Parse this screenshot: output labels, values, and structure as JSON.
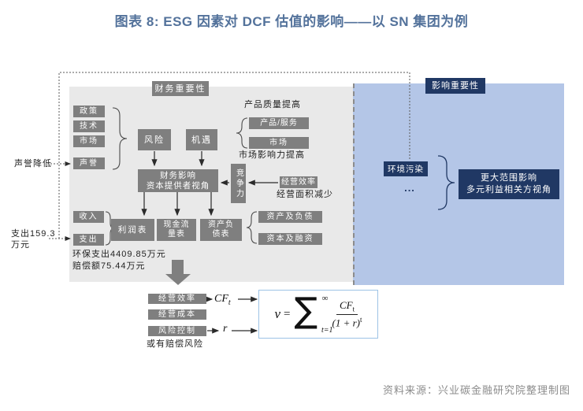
{
  "title": "图表 8: ESG 因素对 DCF 估值的影响——以 SN 集团为例",
  "source": "资料来源：兴业碳金融研究院整理制图",
  "colors": {
    "title_blue": "#53729b",
    "gray_box": "#7f7f7f",
    "navy_box": "#203864",
    "gray_panel": "#e9e9e9",
    "blue_panel": "#b4c6e7",
    "formula_border": "#9dc3e6"
  },
  "financial": {
    "header": "财务重要性",
    "factors": [
      "政策",
      "技术",
      "市场",
      "声誉"
    ],
    "risk": "风险",
    "opportunity": "机遇",
    "product_note_top": "产品质量提高",
    "product_service": "产品/服务",
    "market": "市场",
    "market_note": "市场影响力提高",
    "impact_lines": [
      "财务影响",
      "资本提供者视角"
    ],
    "competitiveness": "竞争力",
    "operating_efficiency": "经营效率",
    "operating_note": "经营面积减少",
    "income": "收入",
    "expense": "支出",
    "profit_statement": "利润表",
    "cashflow_lines": [
      "现金流",
      "量表"
    ],
    "balance_lines": [
      "资产负",
      "债表"
    ],
    "assets_liabilities": "资产及负债",
    "capital_financing": "资本及融资",
    "env_notes": [
      "环保支出4409.85万元",
      "赔偿额75.44万元"
    ]
  },
  "impact": {
    "header": "影响重要性",
    "pollution": "环境污染",
    "ellipsis": "...",
    "stakeholder_lines": [
      "更大范围影响",
      "多元利益相关方视角"
    ]
  },
  "left_labels": {
    "reputation": "声誉降低",
    "expense_lines": [
      "支出159.3",
      "万元"
    ]
  },
  "formula": {
    "boxes": [
      "经营效率",
      "经营成本",
      "风险控制"
    ],
    "contingent_note": "或有赔偿风险",
    "cf_base": "CF",
    "cf_sub": "t",
    "r": "r",
    "v": "v",
    "equals": "=",
    "sigma": "∑",
    "sigma_upper": "∞",
    "sigma_lower": "t=1",
    "numerator_base": "CF",
    "numerator_sub": "t",
    "denominator_base": "(1 + r)",
    "denominator_sup": "t"
  }
}
